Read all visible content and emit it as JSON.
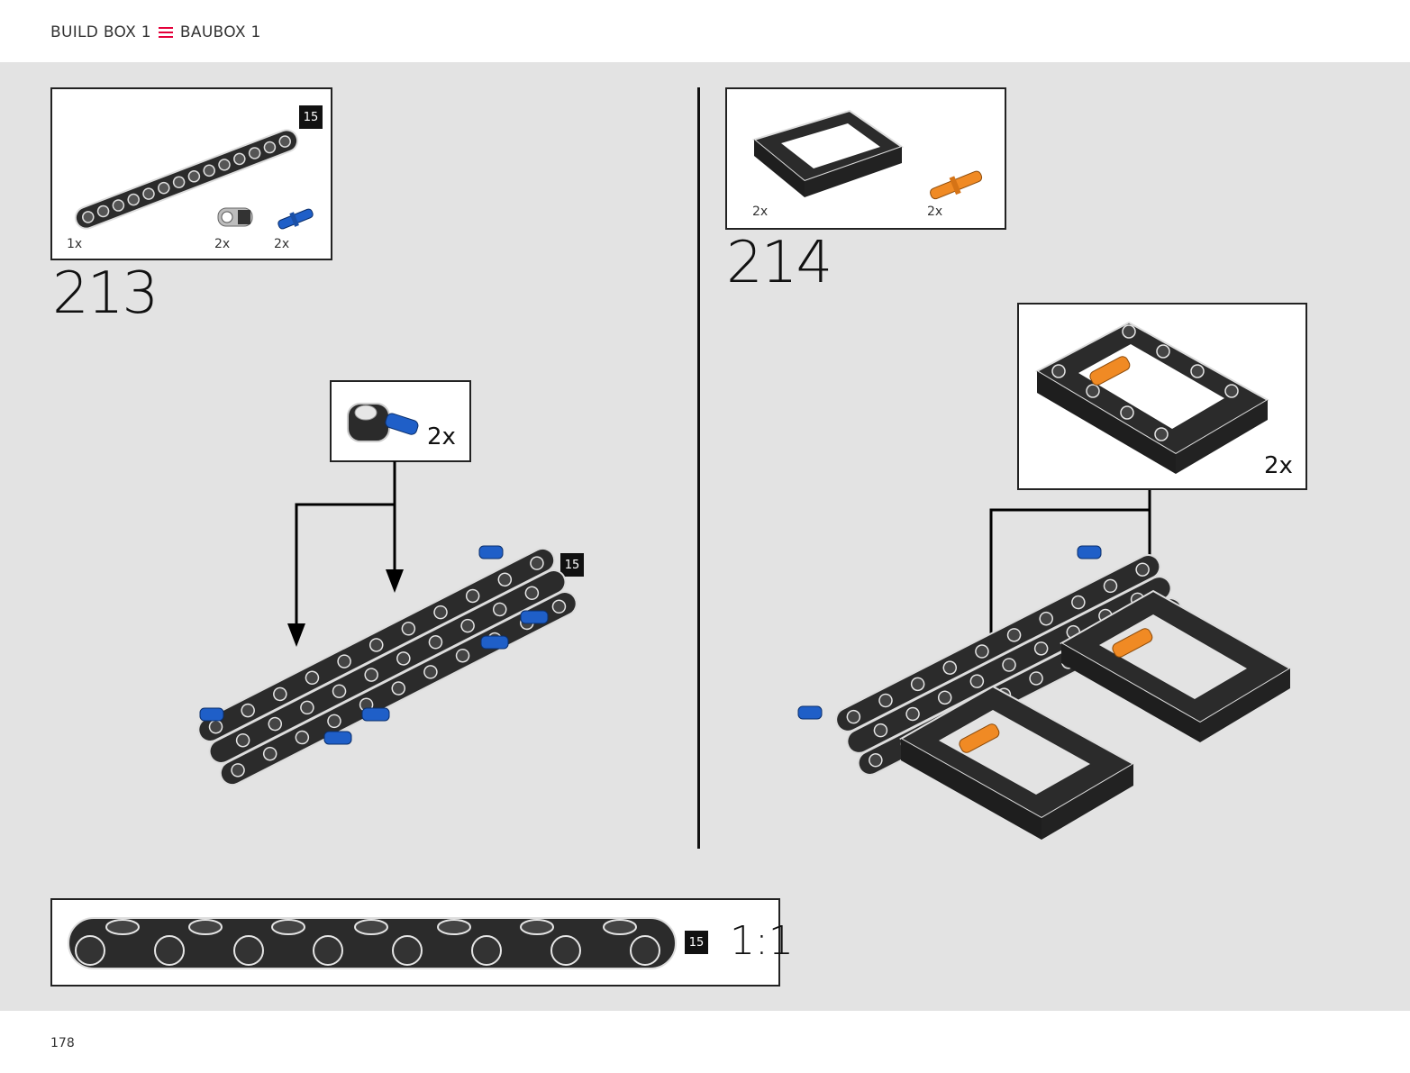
{
  "header": {
    "left": "BUILD BOX 1",
    "right": "BAUBOX 1",
    "accent": "#e4003a"
  },
  "page_number": "178",
  "step213": {
    "number": "213",
    "parts": {
      "beam_qty": "1x",
      "connector_qty": "2x",
      "pin_qty": "2x",
      "beam_length_badge": "15"
    },
    "submodel_qty": "2x",
    "assembly_badge": "15"
  },
  "step214": {
    "number": "214",
    "parts": {
      "frame_qty": "2x",
      "pin_qty": "2x"
    },
    "submodel_qty": "2x"
  },
  "scale_box": {
    "badge": "15",
    "scale": "1:1"
  },
  "colors": {
    "beam": "#2b2b2b",
    "blue_pin": "#1f5fc8",
    "orange_pin": "#f08a24",
    "background": "#e3e3e3"
  }
}
